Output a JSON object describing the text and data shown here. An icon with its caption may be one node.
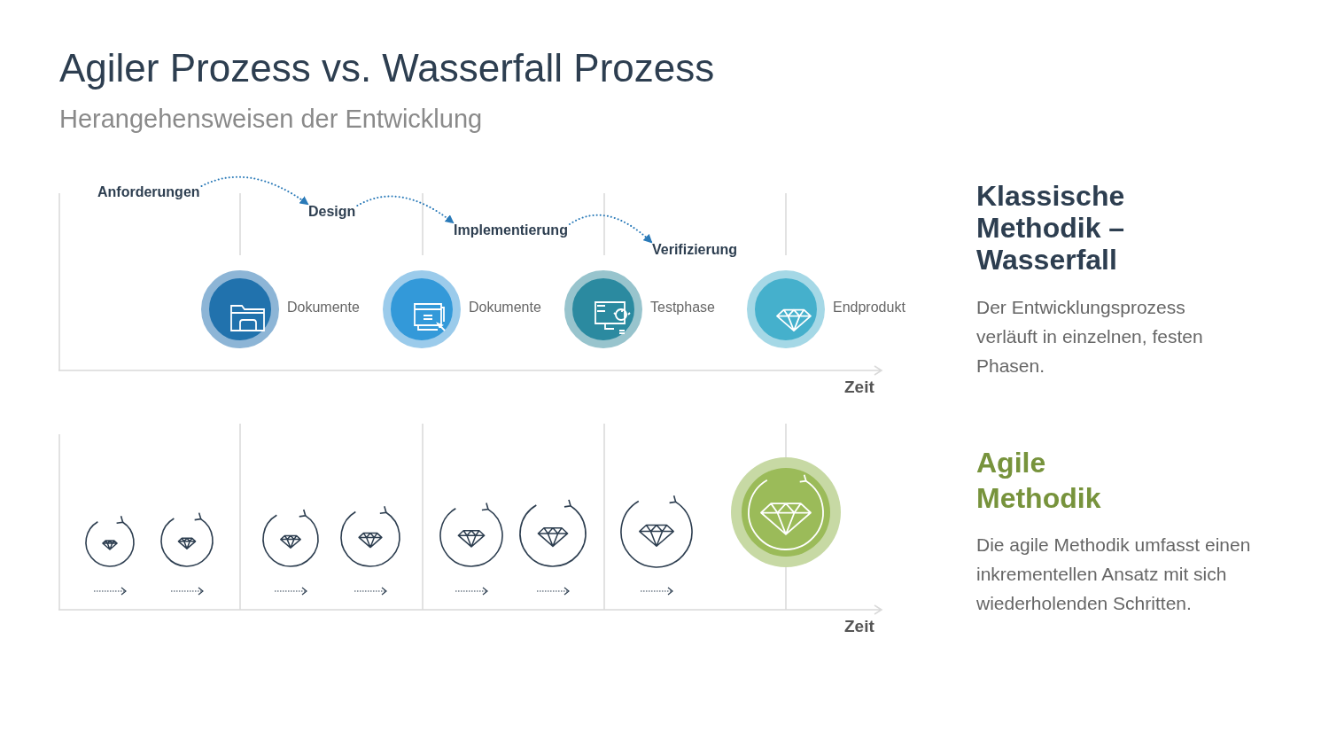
{
  "diagram": {
    "title": "Agiler Prozess vs. Wasserfall Prozess",
    "nodes": [
      {
        "text": [
          "Anforderungen"
        ]
      },
      {
        "text": [
          "Design"
        ]
      },
      {
        "text": [
          "Implementierung"
        ]
      },
      {
        "text": [
          "Verifizierung"
        ]
      },
      {
        "text": [],
        "shape": "circle",
        "beside": [
          "Dokumente"
        ]
      },
      {
        "text": [],
        "shape": "circle",
        "beside": [
          "Dokumente"
        ]
      },
      {
        "text": [],
        "shape": "circle",
        "beside": [
          "Testphase"
        ]
      },
      {
        "text": [],
        "shape": "circle",
        "beside": [
          "Endprodukt"
        ]
      }
    ],
    "edges": [
      {
        "from": 0,
        "to": 1,
        "arrow": "to",
        "style": "dashed"
      },
      {
        "from": 1,
        "to": 2,
        "arrow": "to",
        "style": "dashed"
      },
      {
        "from": 2,
        "to": 3,
        "arrow": "to",
        "style": "dashed"
      }
    ],
    "labels": [
      "Herangehensweisen der Entwicklung",
      "Zeit",
      "Zeit",
      "Klassische Methodik – Wasserfall",
      "Der Entwicklungsprozess verläuft in einzelnen, festen Phasen.",
      "Agile Methodik",
      "Die agile Methodik umfasst einen inkrementellen Ansatz mit sich wiederholenden Schritten."
    ]
  }
}
